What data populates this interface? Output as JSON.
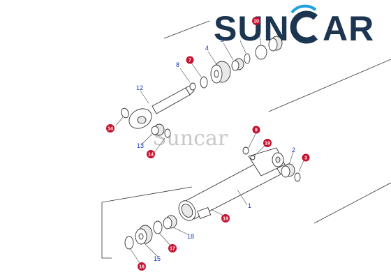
{
  "logo": {
    "text_left": "SUN",
    "text_right": "AR"
  },
  "watermark": "Suncar",
  "colors": {
    "brand": "#1c3550",
    "accent_ring": "#1f9fe0",
    "callout_red": "#c8102e",
    "callout_blue": "#1a37b8"
  },
  "callouts": {
    "blue": {
      "n1": "1",
      "n2": "2",
      "n4": "4",
      "n5": "5",
      "n8": "8",
      "n12": "12",
      "n13": "13",
      "n15": "15",
      "n18": "18"
    },
    "red": {
      "n3": "3",
      "n7": "7",
      "n9": "9",
      "n10": "10",
      "n14a": "14",
      "n14b": "14",
      "n16": "16",
      "n17": "17",
      "n19a": "19",
      "n19b": "19"
    }
  }
}
